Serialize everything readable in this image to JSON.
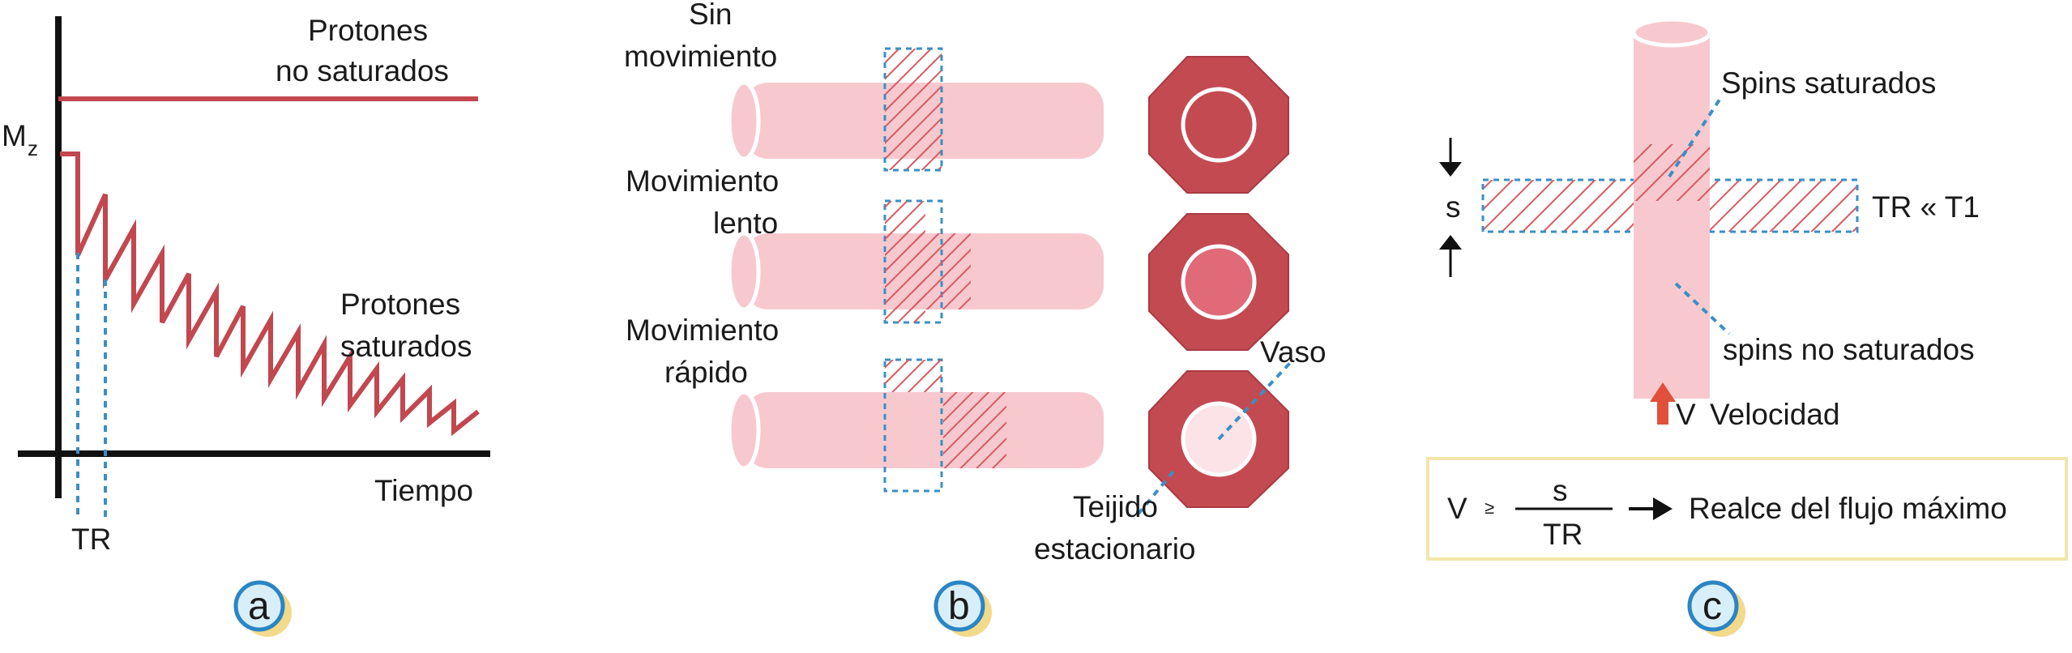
{
  "colors": {
    "curve": "#c2474f",
    "vessel": "#f7c9cf",
    "vessel_stroke": "#ffffff",
    "octagon": "#c44a52",
    "hatch": "#d85a60",
    "dashed": "#3a8fc4",
    "badge_fill": "#d8eef8",
    "badge_ring": "#2a85c4",
    "badge_shadow": "#f3d98a",
    "formula_border": "#f2e6a8",
    "velocity_arrow": "#e0503a"
  },
  "panel_a": {
    "top_label_line1": "Protones",
    "top_label_line2": "no saturados",
    "y_axis_label": "M",
    "y_axis_sub": "z",
    "curve_label_line1": "Protones",
    "curve_label_line2": "saturados",
    "x_axis_label": "Tiempo",
    "tr_label": "TR",
    "badge": "a"
  },
  "panel_b": {
    "rows": [
      {
        "label_line1": "Sin",
        "label_line2": "movimiento",
        "shift": "none"
      },
      {
        "label_line1": "Movimiento",
        "label_line2": "lento",
        "shift": "partial"
      },
      {
        "label_line1": "Movimiento",
        "label_line2": "rápido",
        "shift": "full"
      }
    ],
    "vessel_label": "Vaso",
    "tissue_label_line1": "Teijido",
    "tissue_label_line2": "estacionario",
    "badge": "b"
  },
  "panel_c": {
    "spins_saturated": "Spins saturados",
    "spins_unsaturated": "spins no saturados",
    "slice_label": "s",
    "tr_relation": "TR « T1",
    "velocity_symbol": "V",
    "velocity_label": "Velocidad",
    "formula_v": "V",
    "formula_ge": "≥",
    "formula_num": "s",
    "formula_den": "TR",
    "formula_result": "Realce del flujo máximo",
    "badge": "c"
  }
}
